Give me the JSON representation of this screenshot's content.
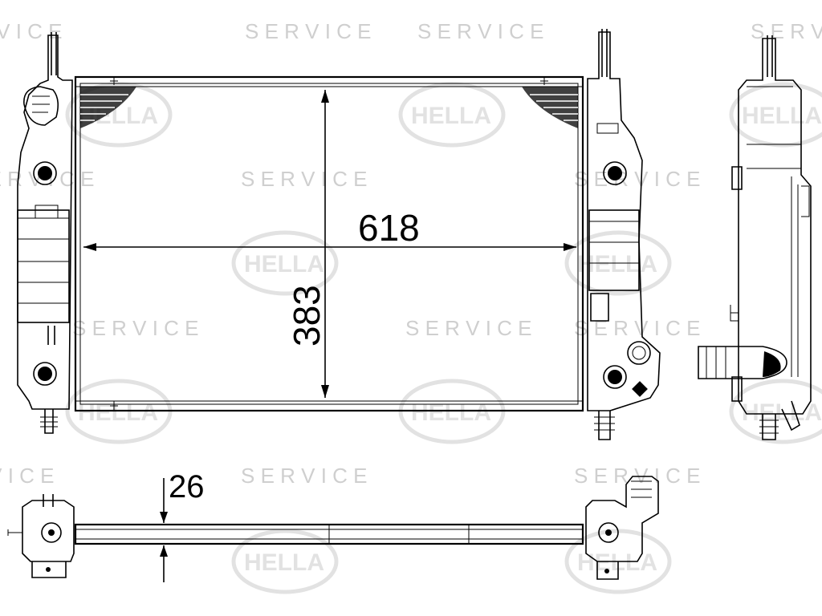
{
  "watermark": {
    "service_word": "S E R V I C E",
    "brand_logo_text": "HELLA",
    "colors": {
      "watermark_text": "#cfcfcf",
      "watermark_logo": "#e2e2e2"
    }
  },
  "dimensions": {
    "width_label": "618",
    "height_label": "383",
    "depth_label": "26"
  },
  "views": [
    "front-view",
    "side-view",
    "top-view"
  ],
  "colors": {
    "line": "#000000",
    "background": "#ffffff"
  }
}
